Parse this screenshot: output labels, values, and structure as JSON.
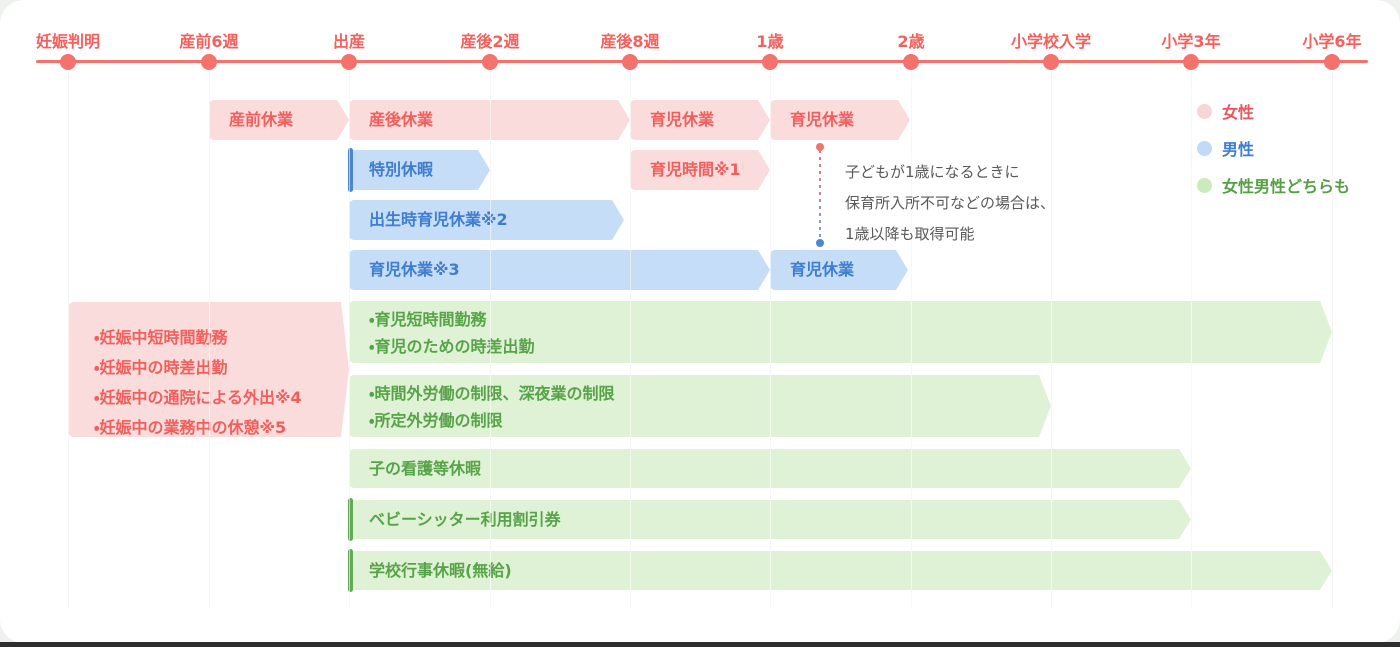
{
  "timeline": {
    "milestones": [
      {
        "label": "妊娠判明"
      },
      {
        "label": "産前6週"
      },
      {
        "label": "出産"
      },
      {
        "label": "産後2週"
      },
      {
        "label": "産後8週"
      },
      {
        "label": "1歳"
      },
      {
        "label": "2歳"
      },
      {
        "label": "小学校入学"
      },
      {
        "label": "小学3年"
      },
      {
        "label": "小学6年"
      }
    ]
  },
  "legend": {
    "items": [
      {
        "label": "女性",
        "swatch_color": "#F8D4D8",
        "text_color": "#E8565B"
      },
      {
        "label": "男性",
        "swatch_color": "#C0DAF8",
        "text_color": "#3D7CD0"
      },
      {
        "label": "女性男性どちらも",
        "swatch_color": "#CAECBC",
        "text_color": "#55A045"
      }
    ]
  },
  "bars": [
    {
      "label": "産前休業",
      "group": "女性",
      "from": "産前6週",
      "to": "出産"
    },
    {
      "label": "産後休業",
      "group": "女性",
      "from": "出産",
      "to": "産後8週"
    },
    {
      "label": "育児休業",
      "group": "女性",
      "from": "産後8週",
      "to": "1歳"
    },
    {
      "label": "育児休業",
      "group": "女性",
      "from": "1歳",
      "to": "2歳"
    },
    {
      "label": "特別休暇",
      "group": "男性",
      "from": "出産",
      "to": "産後2週"
    },
    {
      "label": "育児時間※1",
      "group": "女性",
      "from": "産後8週",
      "to": "1歳"
    },
    {
      "label": "出生時育児休業※2",
      "group": "男性",
      "from": "出産",
      "to": "産後8週"
    },
    {
      "label": "育児休業※3",
      "group": "男性",
      "from": "出産",
      "to": "1歳"
    },
    {
      "label": "育児休業",
      "group": "男性",
      "from": "1歳",
      "to": "2歳"
    },
    {
      "lines": [
        "・育児短時間勤務",
        "・育児のための時差出勤"
      ],
      "group": "女性男性どちらも",
      "from": "出産",
      "to": "小学6年"
    },
    {
      "lines": [
        "・時間外労働の制限、深夜業の制限",
        "・所定外労働の制限"
      ],
      "group": "女性男性どちらも",
      "from": "出産",
      "to": "小学校入学"
    },
    {
      "label": "子の看護等休暇",
      "group": "女性男性どちらも",
      "from": "出産",
      "to": "小学3年"
    },
    {
      "label": "ベビーシッター利用割引券",
      "group": "女性男性どちらも",
      "from": "出産",
      "to": "小学3年"
    },
    {
      "label": "学校行事休暇(無給)",
      "group": "女性男性どちらも",
      "from": "出産",
      "to": "小学6年"
    }
  ],
  "pregnancy_box": {
    "group": "女性",
    "items": [
      "・妊娠中短時間勤務",
      "・妊娠中の時差出勤",
      "・妊娠中の通院による外出※4",
      "・妊娠中の業務中の休憩※5"
    ]
  },
  "annotation": {
    "lines": [
      "子どもが1歳になるときに",
      "保育所入所不可などの場合は、",
      "1歳以降も取得可能"
    ]
  },
  "colors": {
    "female_bar_bg": "#FBDCDC",
    "female_text": "#F15F5C",
    "male_bar_bg": "#C5DDF6",
    "male_text": "#3E7DCF",
    "male_accent_edge": "#4A87CE",
    "both_bar_bg": "#DFF2D5",
    "both_text": "#57A348",
    "both_accent_edge": "#63A957",
    "timeline_axis": "#F4716C",
    "gridline": "#E9E9E9",
    "annotation_text": "#595959",
    "card_bg": "#FFFFFF"
  }
}
